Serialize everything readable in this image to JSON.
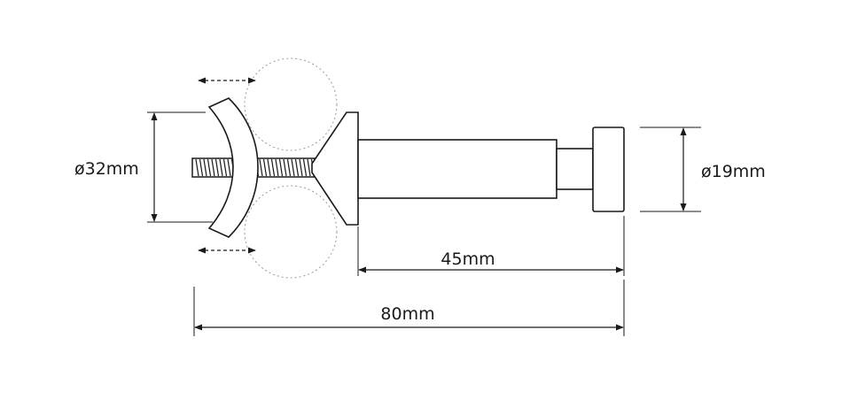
{
  "dimensions": {
    "diameter_left": "ø32mm",
    "diameter_right": "ø19mm",
    "length_45": "45mm",
    "length_80": "80mm"
  },
  "colors": {
    "line": "#1a1a1a",
    "dashed_circle": "#999999",
    "background": "#ffffff"
  }
}
